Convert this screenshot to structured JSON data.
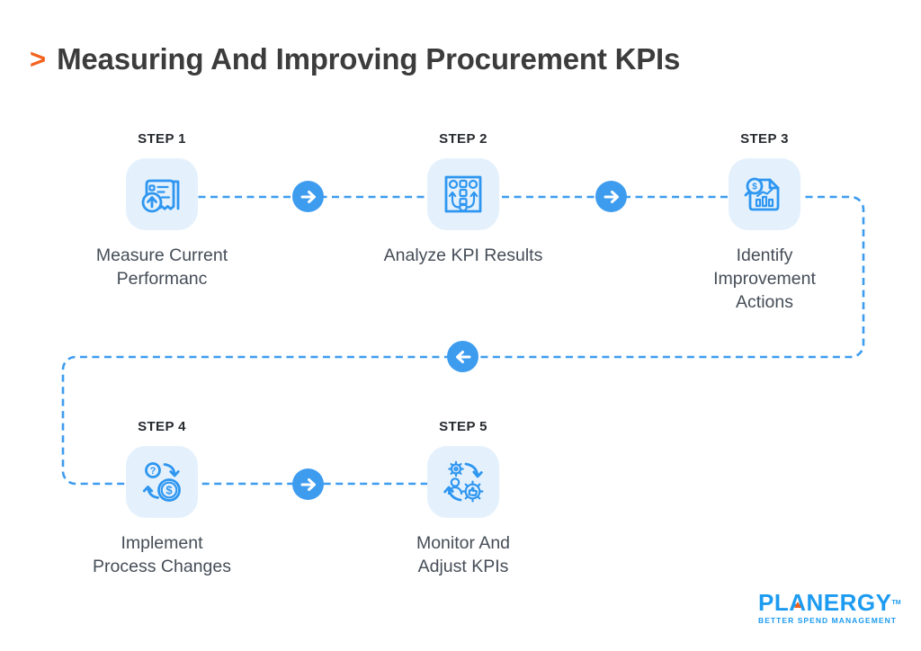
{
  "title": {
    "marker": ">",
    "text": "Measuring And Improving Procurement KPIs"
  },
  "steps": [
    {
      "step_label": "STEP 1",
      "title": "Measure Current Performanc",
      "icon": "receipt-metric-icon"
    },
    {
      "step_label": "STEP 2",
      "title": "Analyze KPI Results",
      "icon": "process-flow-icon"
    },
    {
      "step_label": "STEP 3",
      "title": "Identify Improvement Actions",
      "icon": "report-analysis-icon"
    },
    {
      "step_label": "STEP 4",
      "title": "Implement Process Changes",
      "icon": "money-change-cycle-icon"
    },
    {
      "step_label": "STEP 5",
      "title": "Monitor And Adjust KPIs",
      "icon": "monitor-adjust-cycle-icon"
    }
  ],
  "flow": {
    "sequence": "1 → 2 → 3 → (wrap down) → 4 → 5",
    "arrow_directions": [
      "right",
      "right",
      "left",
      "right"
    ]
  },
  "logo": {
    "name": "PLANERGY",
    "trademark": "TM",
    "tagline": "BETTER SPEND MANAGEMENT"
  },
  "colors": {
    "accent_blue": "#3E9CEF",
    "icon_stroke": "#2E96F0",
    "icon_background": "#E4F1FD",
    "title_text": "#3C3C3C",
    "body_text": "#454D57",
    "step_label_text": "#26292E",
    "accent_orange": "#F4611E",
    "logo_blue": "#1D9BF0",
    "background": "#FFFFFF"
  }
}
